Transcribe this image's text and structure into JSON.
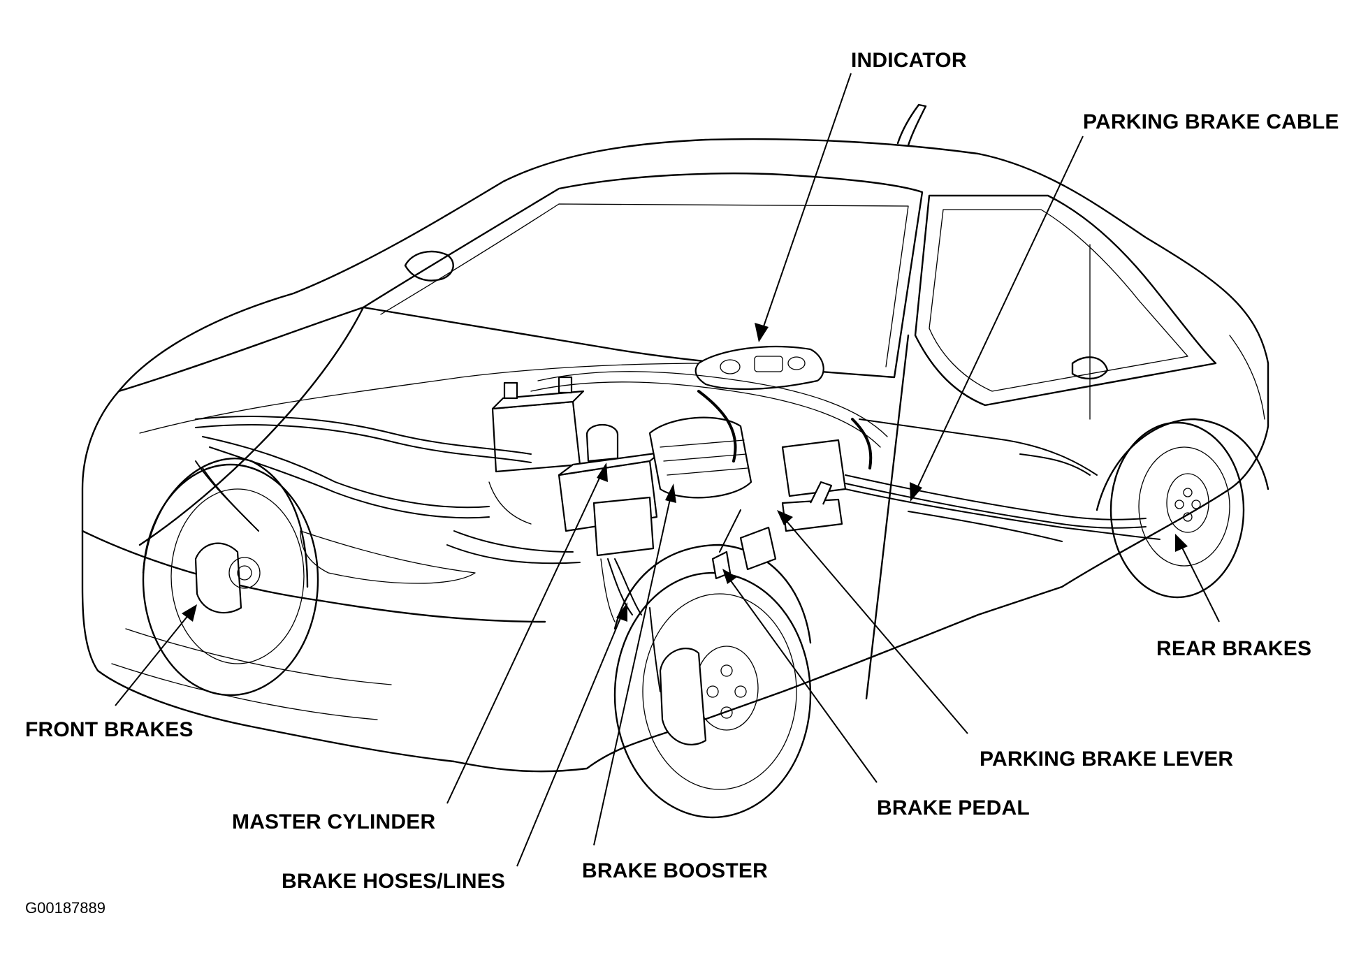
{
  "labels": {
    "indicator": "INDICATOR",
    "parking_brake_cable": "PARKING BRAKE CABLE",
    "rear_brakes": "REAR BRAKES",
    "front_brakes": "FRONT BRAKES",
    "parking_brake_lever": "PARKING BRAKE LEVER",
    "brake_pedal": "BRAKE PEDAL",
    "master_cylinder": "MASTER CYLINDER",
    "brake_booster": "BRAKE BOOSTER",
    "brake_hoses_lines": "BRAKE HOSES/LINES"
  },
  "figure_id": "G00187889"
}
